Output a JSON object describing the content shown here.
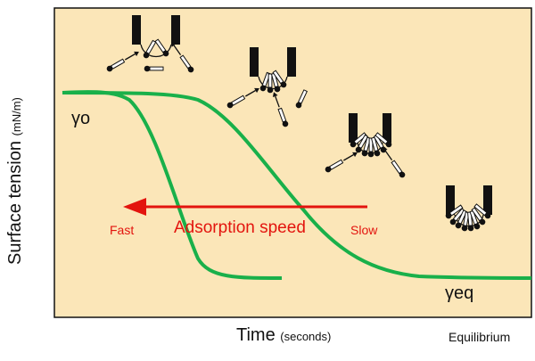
{
  "colors": {
    "background": "#ffffff",
    "plot_fill": "#fbe6b8",
    "curve": "#19b04a",
    "arrow": "#e3140e",
    "ink": "#111111"
  },
  "axes": {
    "ylabel": "Surface tension",
    "ylabel_unit": "(mN/m)",
    "xlabel": "Time",
    "xlabel_unit": "(seconds)",
    "x_end_label": "Equilibrium"
  },
  "curves": {
    "start_label": "γo",
    "end_label": "γeq"
  },
  "arrow": {
    "label": "Adsorption speed",
    "left_label": "Fast",
    "right_label": "Slow",
    "direction": "left"
  },
  "icons": [
    "surfactant-adsorption-stage-1-icon",
    "surfactant-adsorption-stage-2-icon",
    "surfactant-adsorption-stage-3-icon",
    "surfactant-adsorption-stage-4-icon"
  ]
}
